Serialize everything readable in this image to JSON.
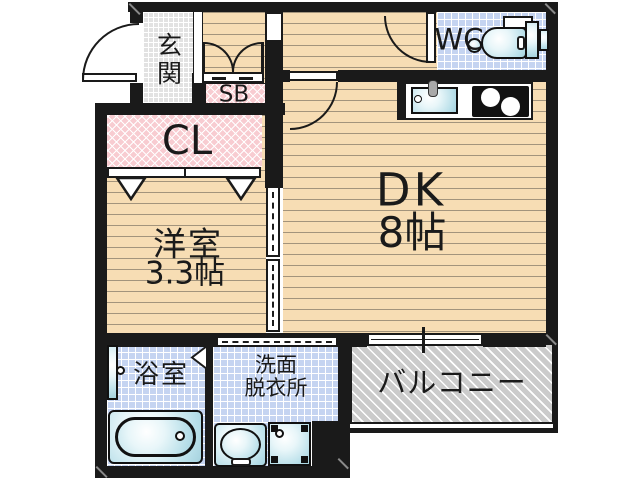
{
  "floorplan": {
    "rooms": {
      "genkan": {
        "label": "玄関"
      },
      "shoebox": {
        "label": "SB"
      },
      "closet": {
        "label": "CL"
      },
      "western_room": {
        "label": "洋室",
        "size": "3.3帖"
      },
      "dining_kitchen": {
        "label": "DK",
        "size": "8帖"
      },
      "wc": {
        "label": "WC"
      },
      "bathroom": {
        "label": "浴室"
      },
      "washroom": {
        "label_line1": "洗面",
        "label_line2": "脱衣所"
      },
      "balcony": {
        "label": "バルコニー"
      }
    },
    "colors": {
      "wall": "#1a1a1a",
      "flooring": "#f7ddb4",
      "flooring_line": "#a3947c",
      "wet_area_tile": "#c5d4f1",
      "entrance_tile": "#e2e2e2",
      "storage_pink": "#f8ccd1",
      "balcony_gray": "#cbcbcb",
      "fixture_blue": "#b8dfe9"
    },
    "fixtures": [
      "toilet",
      "kitchen-sink",
      "stove",
      "bathtub",
      "vanity-sink",
      "washing-machine-pan"
    ]
  }
}
